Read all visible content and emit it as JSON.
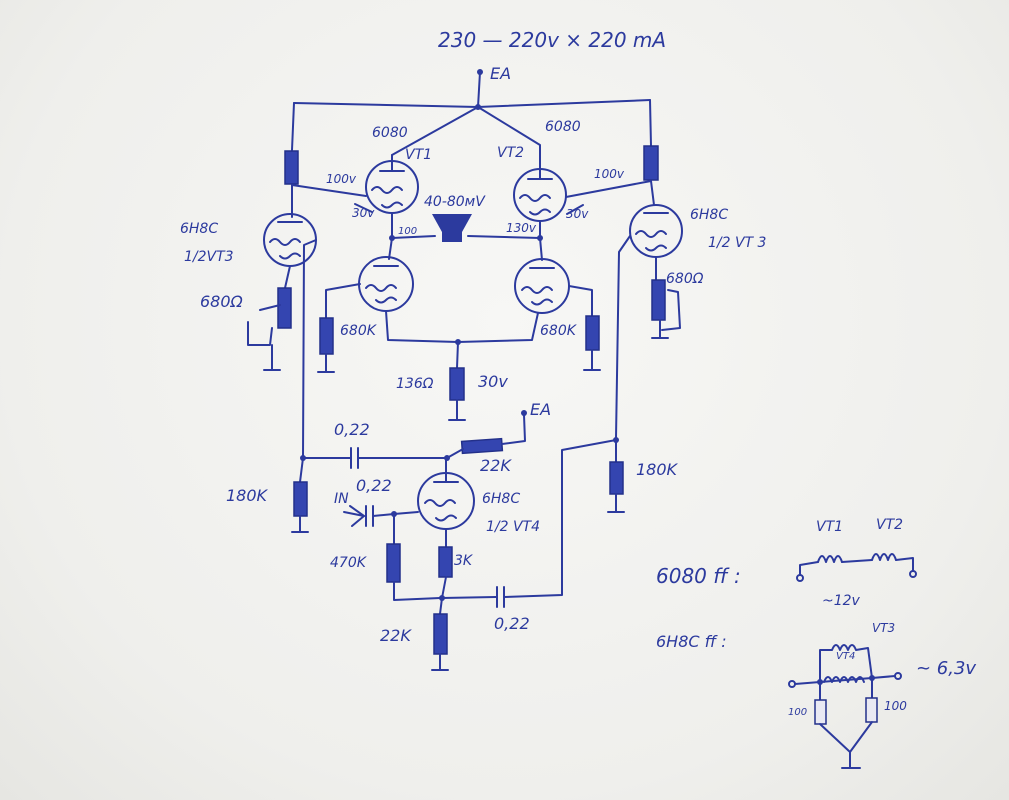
{
  "supply_header": "230 — 220v × 220 mA",
  "supply_node": "EA",
  "supply_node_2": "EA",
  "tubes": {
    "vt1_type": "6080",
    "vt2_type": "6080",
    "vt1": "VT1",
    "vt2": "VT2",
    "vt3_left_type": "6H8C",
    "vt3_left_unit": "1/2VT3",
    "vt3_right_type": "6H8C",
    "vt3_right_unit": "1/2 VT 3",
    "vt4_type": "6H8C",
    "vt4_unit": "1/2 VT4"
  },
  "voltages": {
    "left_100": "100v",
    "right_100": "100v",
    "left_30": "30v",
    "right_30": "30v",
    "mid_100": "100",
    "mid_130": "130v",
    "tail_30": "30v"
  },
  "speaker_label": "40-80мV",
  "resistors": {
    "r680_left": "680Ω",
    "r680_right": "680Ω",
    "r680k_left": "680K",
    "r680k_right": "680K",
    "r136": "136Ω",
    "r22k_top": "22K",
    "r22k_bottom": "22K",
    "r180k_left": "180K",
    "r180k_right": "180K",
    "r470k": "470K",
    "r3k": "3K"
  },
  "capacitors": {
    "c_top": "0,22",
    "c_in": "0,22",
    "c_bottom": "0,22"
  },
  "input_label": "IN",
  "heater_6080": {
    "title": "6080 ff :",
    "vt1": "VT1",
    "vt2": "VT2",
    "voltage": "~12v"
  },
  "heater_6h8c": {
    "title": "6H8C ff :",
    "vt3": "VT3",
    "vt4": "VT4",
    "voltage": "~ 6,3v",
    "r_left": "100",
    "r_right": "100"
  }
}
